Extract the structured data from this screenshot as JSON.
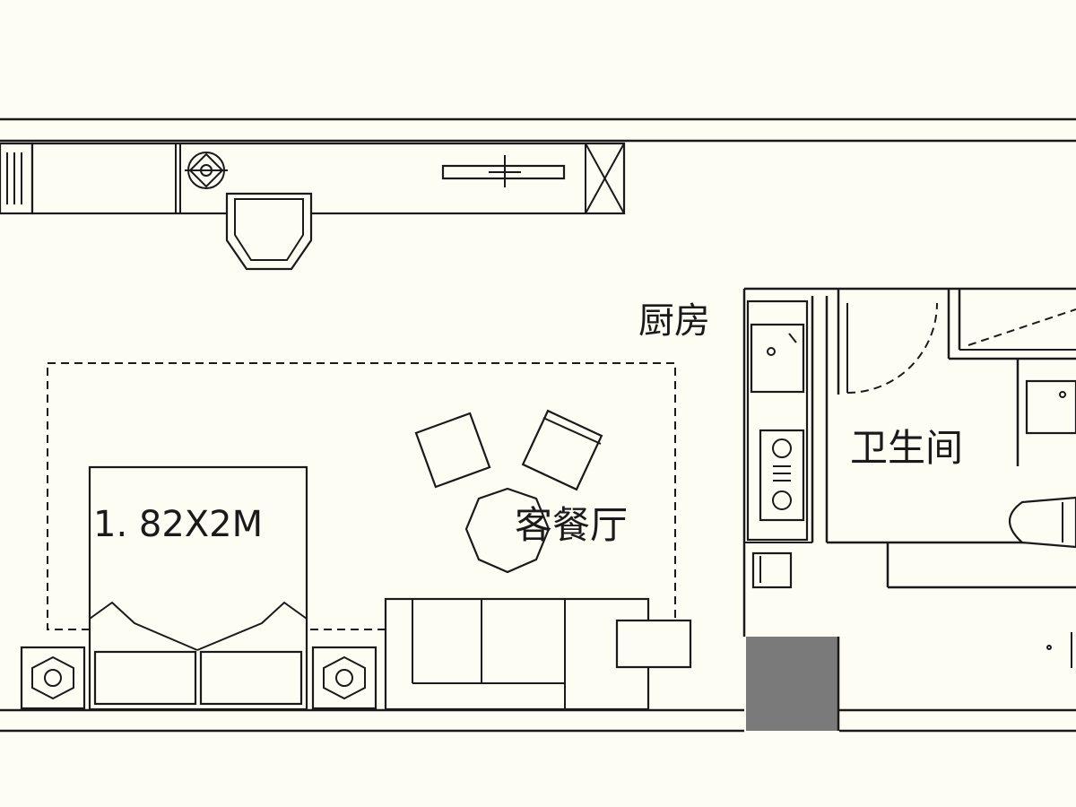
{
  "rooms": {
    "kitchen": "厨房",
    "bathroom": "卫生间",
    "living_dining": "客餐厅"
  },
  "bed_size": "1. 82X2M",
  "colors": {
    "background": "#fdfdf3",
    "line": "#1a1a1a",
    "entrance_fill": "#7a7a7a"
  }
}
